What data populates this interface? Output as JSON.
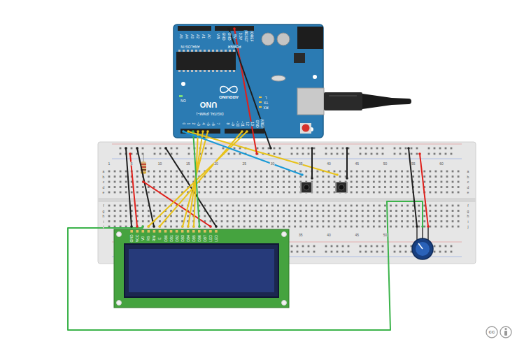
{
  "diagram": {
    "labels": [
      "A5",
      "A4",
      "A3",
      "A2",
      "A1",
      "A0",
      "VIN",
      "GND",
      "GND",
      "5V",
      "3.3V",
      "RESET",
      "IOREF",
      "ANALOG IN",
      "POWER",
      "0",
      "1",
      "2",
      "~3",
      "4",
      "~5",
      "~6",
      "7",
      "8",
      "~9",
      "~10",
      "~11",
      "12",
      "13",
      "GND",
      "AREF",
      "DIGITAL (PWM~)",
      "UNO",
      "ARDUINO",
      "ON",
      "TX",
      "RX",
      "L",
      "1",
      "5",
      "10",
      "15",
      "20",
      "25",
      "30",
      "35",
      "40",
      "45",
      "50",
      "55",
      "60",
      "35",
      "40",
      "45",
      "50",
      "a",
      "b",
      "c",
      "d",
      "e",
      "f",
      "g",
      "h",
      "i",
      "j",
      "a",
      "b",
      "c",
      "d",
      "e",
      "f",
      "g",
      "h",
      "i",
      "j",
      "GND",
      "VCC",
      "V0",
      "RS",
      "RW",
      "E",
      "DB0",
      "DB1",
      "DB2",
      "DB3",
      "DB4",
      "DB5",
      "DB6",
      "DB7",
      "LED",
      "LED",
      "cc"
    ]
  }
}
